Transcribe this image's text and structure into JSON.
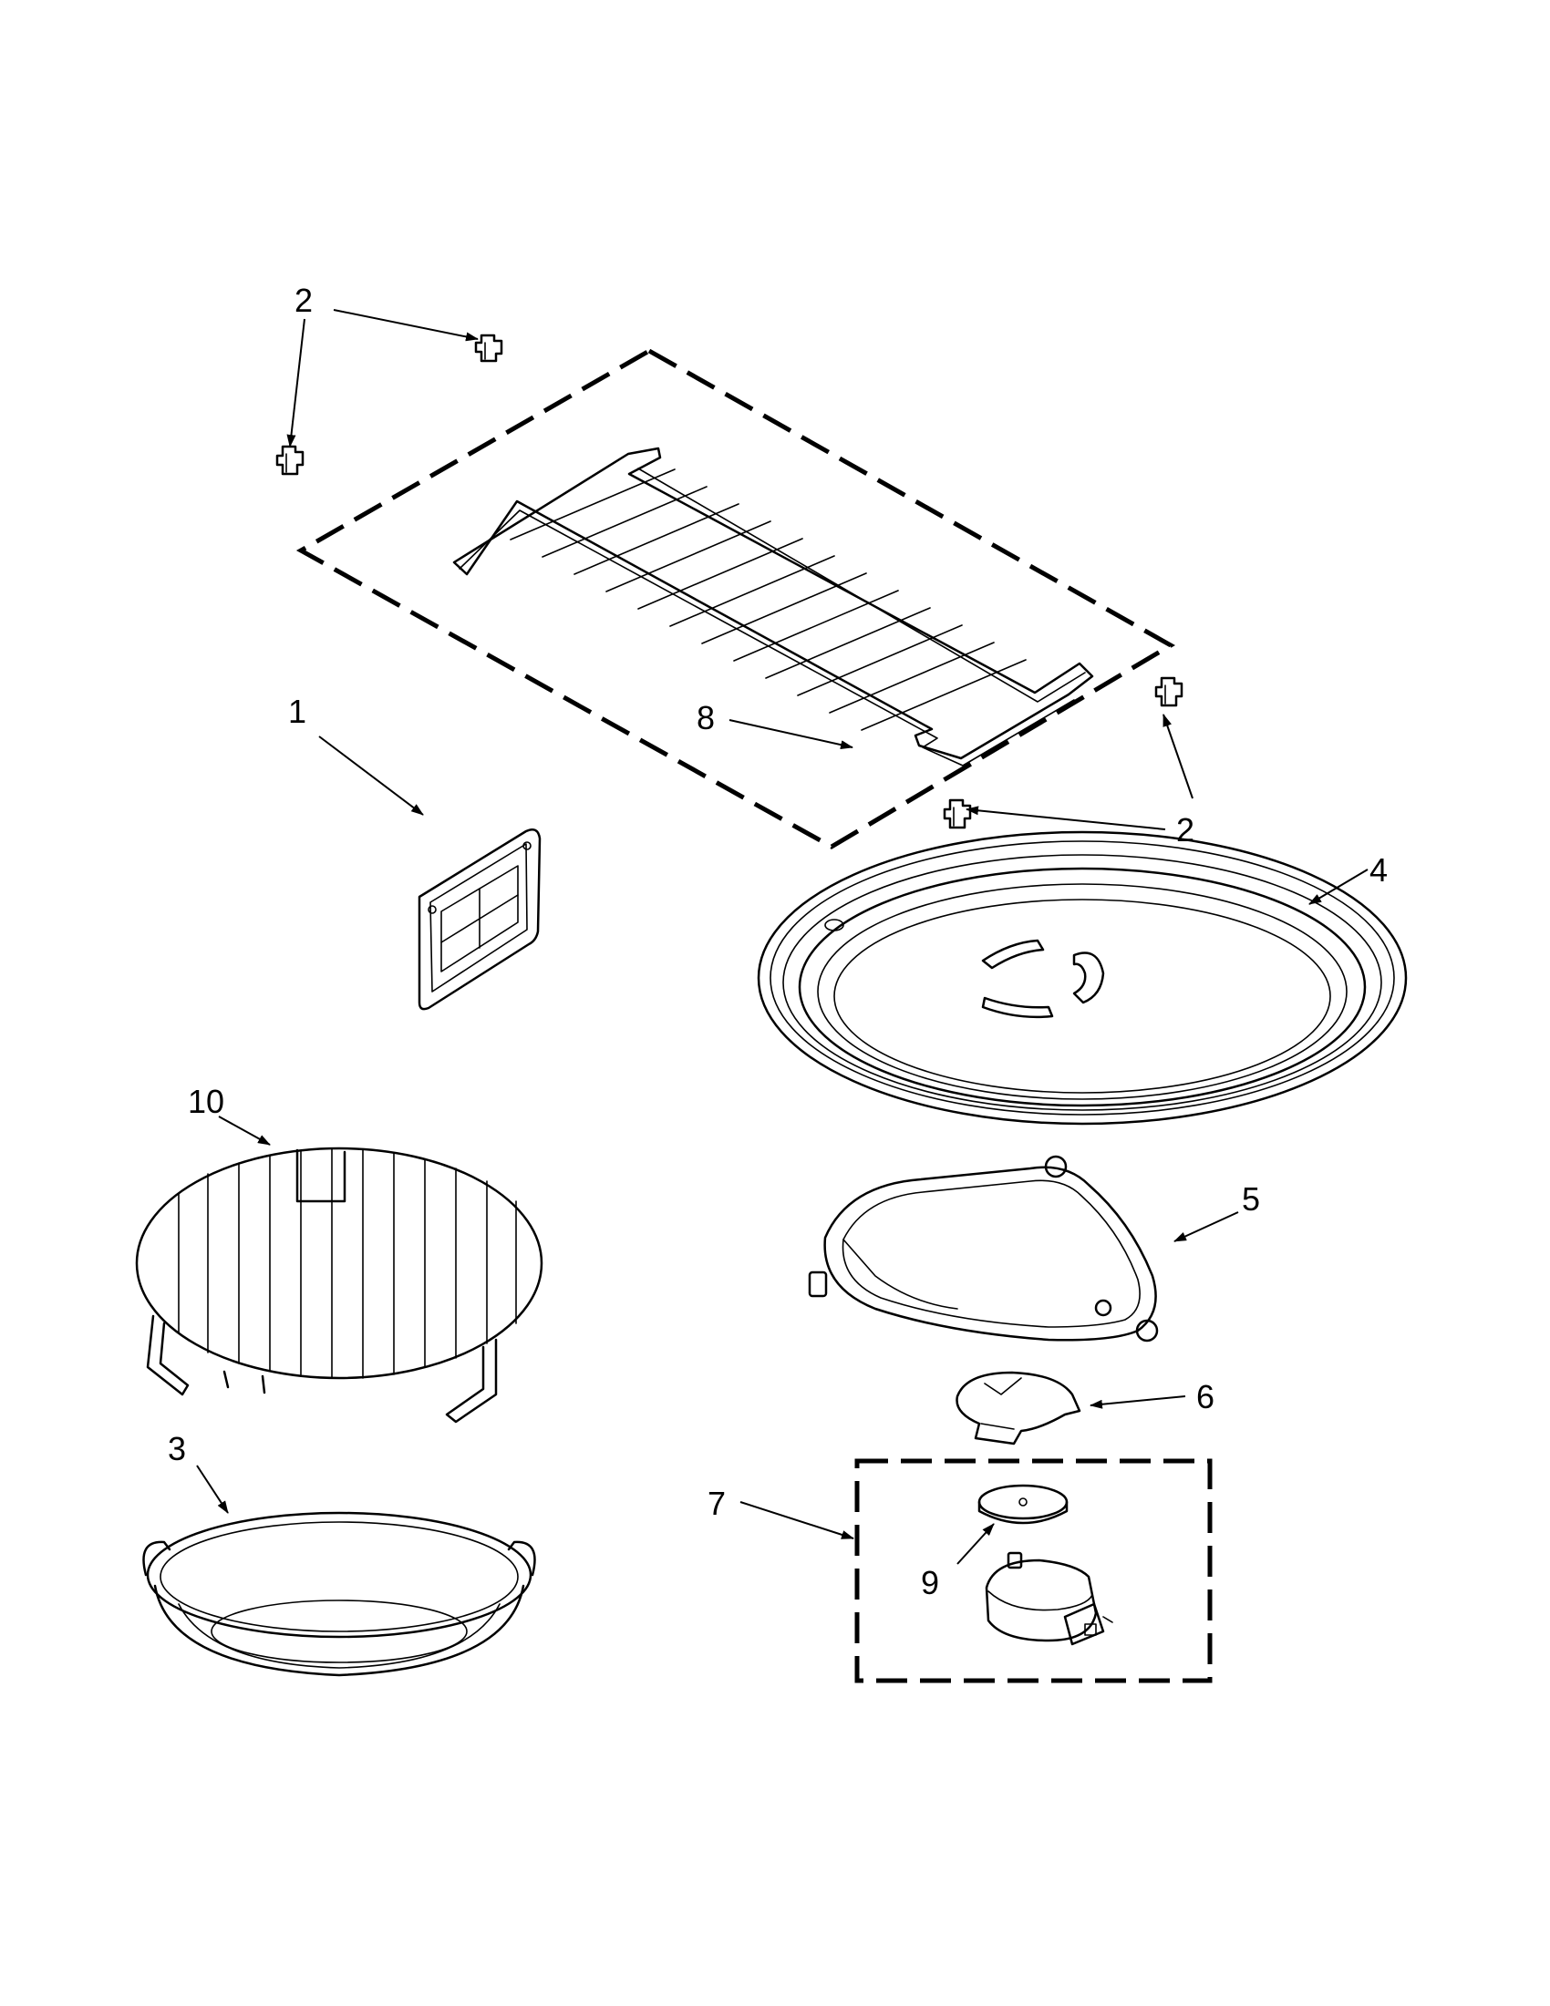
{
  "callouts": {
    "c1": "1",
    "c2_top": "2",
    "c2_bottom": "2",
    "c3": "3",
    "c4": "4",
    "c5": "5",
    "c6": "6",
    "c7": "7",
    "c8": "8",
    "c9": "9",
    "c10": "10"
  },
  "parts": [
    {
      "ref": "1",
      "icon": "filter-cover-icon"
    },
    {
      "ref": "2",
      "icon": "rack-support-clip-icon"
    },
    {
      "ref": "3",
      "icon": "oval-cooking-pan-icon"
    },
    {
      "ref": "4",
      "icon": "turntable-tray-icon"
    },
    {
      "ref": "5",
      "icon": "turntable-roller-ring-icon"
    },
    {
      "ref": "6",
      "icon": "turntable-coupler-icon"
    },
    {
      "ref": "7",
      "icon": "turntable-motor-kit-icon"
    },
    {
      "ref": "8",
      "icon": "wire-oven-rack-icon"
    },
    {
      "ref": "9",
      "icon": "motor-shaft-cap-icon"
    },
    {
      "ref": "10",
      "icon": "round-wire-rack-icon"
    }
  ]
}
